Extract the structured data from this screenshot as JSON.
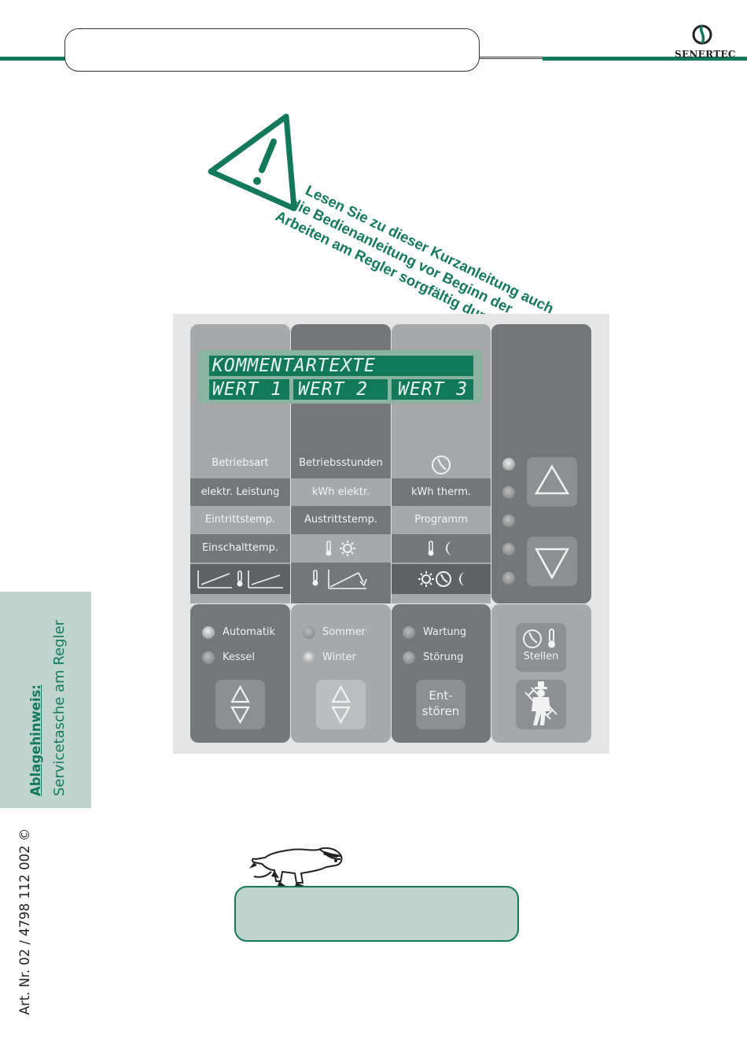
{
  "header": {
    "logo_text": "SenerTec",
    "logo_text_display": "SENERTEC"
  },
  "warning": {
    "lines": [
      "Lesen Sie zu dieser Kurzanleitung auch",
      "die Bedienanleitung vor Beginn der",
      "Arbeiten am Regler sorgfältig durch."
    ]
  },
  "display": {
    "line1": "KOMMENTARTEXTE",
    "values": [
      "WERT 1",
      "WERT 2",
      "WERT 3"
    ]
  },
  "menu": {
    "col1": [
      "Betriebsart",
      "elektr. Leistung",
      "Eintrittstemp.",
      "Einschalttemp."
    ],
    "col2": [
      "Betriebsstunden",
      "kWh elektr.",
      "Austrittstemp."
    ],
    "col3": [
      "kWh therm.",
      "Programm"
    ]
  },
  "icons": {
    "clock": "clock-icon",
    "thermometer": "thermometer-icon",
    "sun": "sun-icon",
    "moon": "moon-icon",
    "curve": "heating-curve-icon",
    "arrow_up": "arrow-up-icon",
    "arrow_down": "arrow-down-icon",
    "chimney_sweep": "chimney-sweep-icon"
  },
  "modes": {
    "group1": [
      "Automatik",
      "Kessel"
    ],
    "group2": [
      "Sommer",
      "Winter"
    ],
    "group3": [
      "Wartung",
      "Störung"
    ]
  },
  "buttons": {
    "reset_line1": "Ent-",
    "reset_line2": "stören",
    "set_label": "Stellen"
  },
  "sidebar": {
    "filing_label": "Ablagehinweis:",
    "filing_value": "Servicetasche am Regler"
  },
  "footer": {
    "article_number": "Art. Nr. 02 / 4798 112 002 ©"
  },
  "colors": {
    "brand_green": "#13795b",
    "panel_light": "#a7a8aa",
    "panel_dark": "#75767a",
    "tab_mint": "#bed4cc"
  }
}
